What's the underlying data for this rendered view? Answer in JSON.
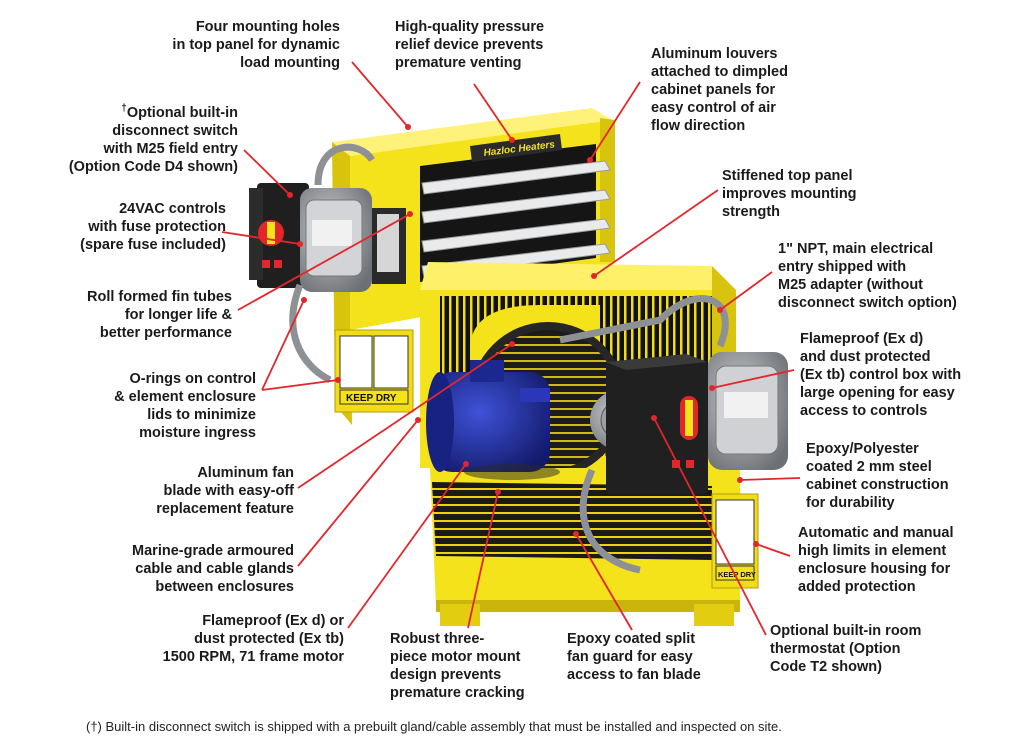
{
  "brand_plate": "Hazloc Heaters",
  "warning_label": "KEEP DRY",
  "colors": {
    "cabinet": "#f4e21a",
    "cabinet_shade": "#d8c40d",
    "motor": "#1d2a9a",
    "box": "#222222",
    "leader": "#e3262b"
  },
  "labels": {
    "mounting_holes": "Four mounting holes\nin top panel for dynamic\nload mounting",
    "pressure_relief": "High-quality pressure\nrelief device prevents\npremature venting",
    "louvers": "Aluminum louvers\nattached to dimpled\ncabinet panels for\neasy control of air\nflow direction",
    "disconnect": "Optional built-in\ndisconnect switch\nwith M25 field entry\n(Option Code D4 shown)",
    "disconnect_mark": "†",
    "controls_24vac": "24VAC controls\nwith fuse protection\n(spare fuse included)",
    "stiffened_panel": "Stiffened top panel\nimproves mounting\nstrength",
    "npt_entry": "1\" NPT, main electrical\nentry shipped with\nM25 adapter (without\ndisconnect switch option)",
    "fin_tubes": "Roll formed fin tubes\nfor longer life &\nbetter performance",
    "flameproof_box": "Flameproof (Ex d)\nand dust protected\n(Ex tb) control box with\nlarge opening for easy\naccess to controls",
    "o_rings": "O-rings on control\n& element enclosure\nlids to minimize\nmoisture ingress",
    "epoxy_cabinet": "Epoxy/Polyester\ncoated 2 mm steel\ncabinet construction\nfor durability",
    "fan_blade": "Aluminum fan\nblade with easy-off\nreplacement feature",
    "high_limits": "Automatic and manual\nhigh limits in element\nenclosure housing for\nadded protection",
    "armoured_cable": "Marine-grade armoured\ncable and cable glands\nbetween enclosures",
    "room_thermostat": "Optional built-in room\nthermostat (Option\nCode T2 shown)",
    "motor": "Flameproof (Ex d) or\ndust protected (Ex tb)\n1500 RPM, 71 frame motor",
    "motor_mount": "Robust three-\npiece motor mount\ndesign prevents\npremature cracking",
    "fan_guard": "Epoxy coated split\nfan guard for easy\naccess to fan blade"
  },
  "footnote": "(†)  Built-in disconnect switch is shipped with a prebuilt gland/cable assembly that must be installed and inspected on site."
}
